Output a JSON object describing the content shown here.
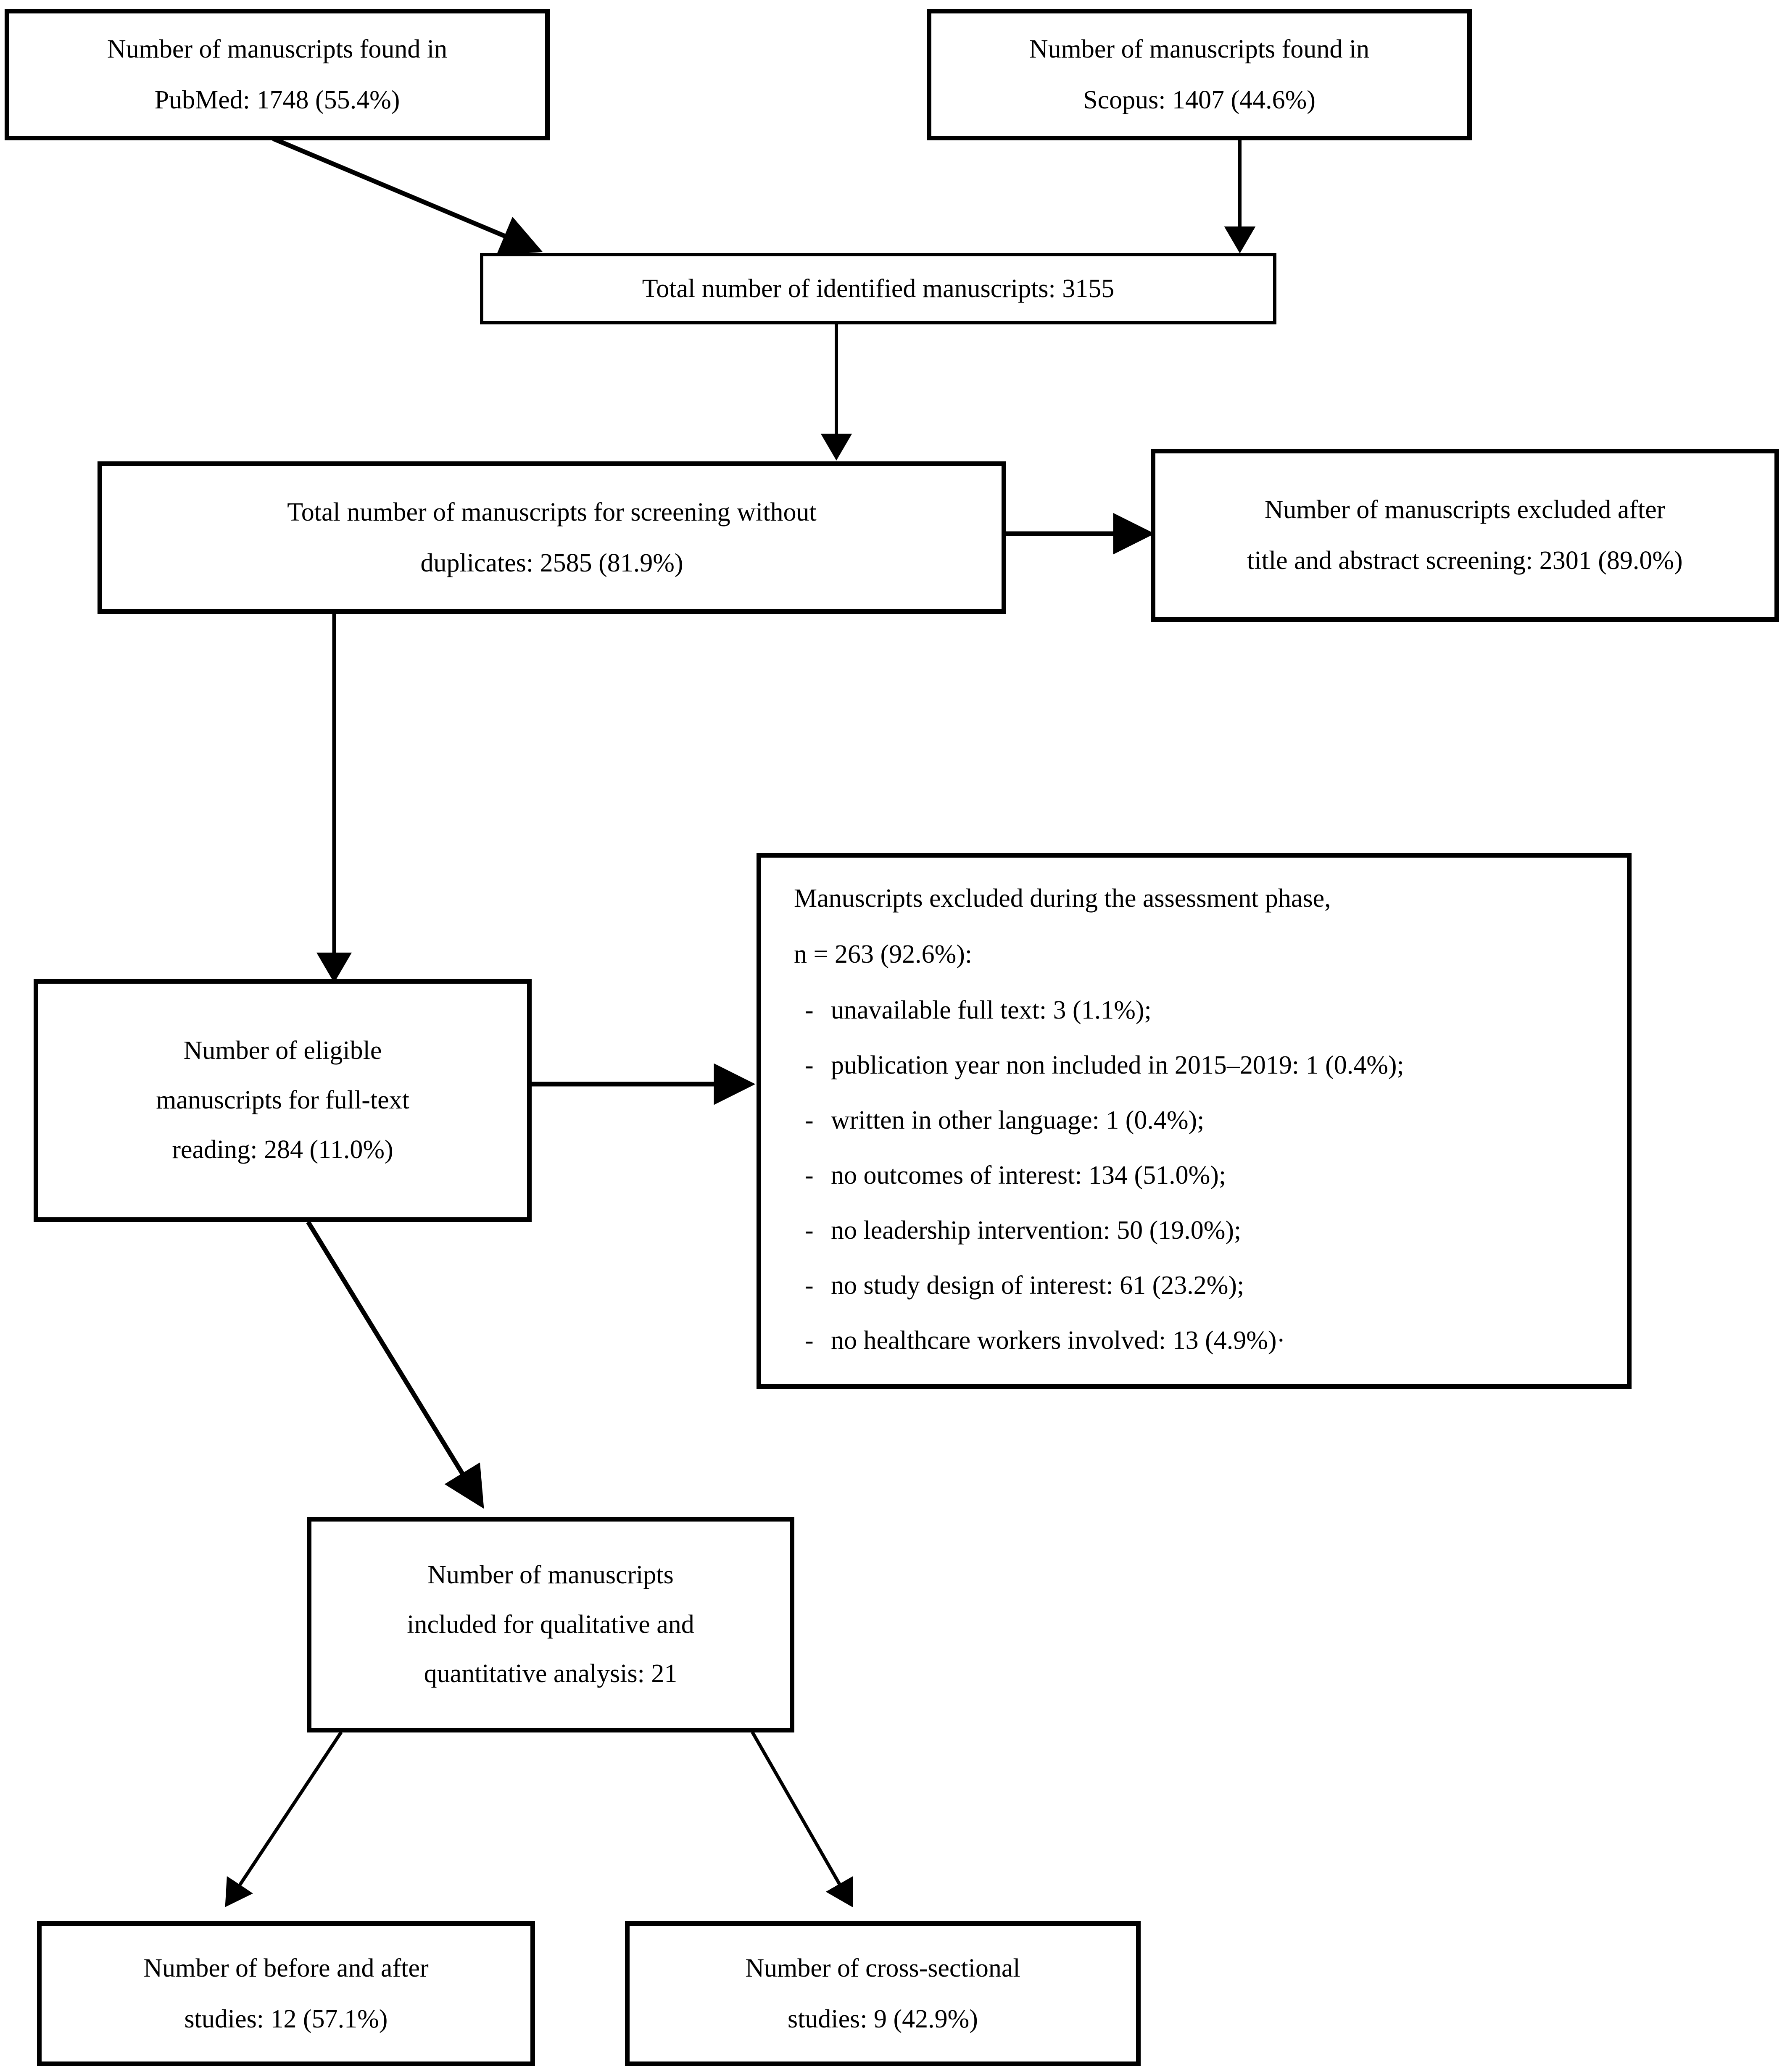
{
  "diagram": {
    "type": "prisma-flow-diagram",
    "title": "",
    "stroke_color": "#000000",
    "background_color": "#ffffff",
    "text_color": "#000000",
    "boxes": [
      {
        "id": "pubmed",
        "lines": [
          "Number of manuscripts found in",
          "PubMed: 1748 (55.4%)"
        ],
        "count": 1748,
        "percent": "55.4%"
      },
      {
        "id": "scopus",
        "lines": [
          "Number of manuscripts found in",
          "Scopus: 1407 (44.6%)"
        ],
        "count": 1407,
        "percent": "44.6%"
      },
      {
        "id": "identified",
        "lines": [
          "Total number of identified manuscripts: 3155"
        ],
        "count": 3155,
        "percent": ""
      },
      {
        "id": "screening",
        "lines": [
          "Total number of manuscripts for screening without",
          "duplicates: 2585 (81.9%)"
        ],
        "count": 2585,
        "percent": "81.9%"
      },
      {
        "id": "excluded-title-abstract",
        "lines": [
          "Number of manuscripts excluded after",
          "title and abstract screening: 2301 (89.0%)"
        ],
        "count": 2301,
        "percent": "89.0%"
      },
      {
        "id": "eligible-fulltext",
        "lines": [
          "Number of eligible",
          "manuscripts for full-text",
          "reading: 284 (11.0%)"
        ],
        "count": 284,
        "percent": "11.0%"
      },
      {
        "id": "included-analysis",
        "lines": [
          "Number of manuscripts",
          "included for qualitative and",
          "quantitative analysis: 21"
        ],
        "count": 21,
        "percent": ""
      },
      {
        "id": "before-after-studies",
        "lines": [
          "Number of before and after",
          "studies: 12 (57.1%)"
        ],
        "count": 12,
        "percent": "57.1%"
      },
      {
        "id": "cross-sectional-studies",
        "lines": [
          "Number of cross-sectional",
          "studies: 9 (42.9%)"
        ],
        "count": 9,
        "percent": "42.9%"
      }
    ],
    "exclusion_box": {
      "id": "excluded-assessment",
      "heading_line_1": "Manuscripts excluded during the assessment phase,",
      "heading_line_2": "n = 263 (92.6%):",
      "total": 263,
      "total_percent": "92.6%",
      "bullet_char": "-",
      "items": [
        {
          "label": "unavailable full text: 3 (1.1%);",
          "count": 3,
          "percent": "1.1%"
        },
        {
          "label": "publication year non included in 2015–2019: 1 (0.4%);",
          "count": 1,
          "percent": "0.4%"
        },
        {
          "label": "written in other language: 1 (0.4%);",
          "count": 1,
          "percent": "0.4%"
        },
        {
          "label": "no outcomes of interest: 134 (51.0%);",
          "count": 134,
          "percent": "51.0%"
        },
        {
          "label": "no leadership intervention: 50 (19.0%);",
          "count": 50,
          "percent": "19.0%"
        },
        {
          "label": "no study design of interest: 61 (23.2%);",
          "count": 61,
          "percent": "23.2%"
        },
        {
          "label": "no healthcare workers involved: 13 (4.9%)·",
          "count": 13,
          "percent": "4.9%"
        }
      ]
    },
    "connectors": [
      {
        "id": "pubmed-to-identified",
        "from": "pubmed",
        "to": "identified",
        "style": "diagonal-arrow"
      },
      {
        "id": "scopus-to-identified",
        "from": "scopus",
        "to": "identified",
        "style": "vertical-arrow"
      },
      {
        "id": "identified-to-screening",
        "from": "identified",
        "to": "screening",
        "style": "vertical-arrow"
      },
      {
        "id": "screening-to-excluded-title-abstract",
        "from": "screening",
        "to": "excluded-title-abstract",
        "style": "horizontal-arrow"
      },
      {
        "id": "screening-to-eligible",
        "from": "screening",
        "to": "eligible-fulltext",
        "style": "vertical-arrow"
      },
      {
        "id": "eligible-to-excluded-assessment",
        "from": "eligible-fulltext",
        "to": "excluded-assessment",
        "style": "horizontal-arrow"
      },
      {
        "id": "eligible-to-included",
        "from": "eligible-fulltext",
        "to": "included-analysis",
        "style": "diagonal-arrow"
      },
      {
        "id": "included-to-before-after",
        "from": "included-analysis",
        "to": "before-after-studies",
        "style": "diagonal-arrow"
      },
      {
        "id": "included-to-cross-sectional",
        "from": "included-analysis",
        "to": "cross-sectional-studies",
        "style": "diagonal-arrow"
      }
    ]
  }
}
